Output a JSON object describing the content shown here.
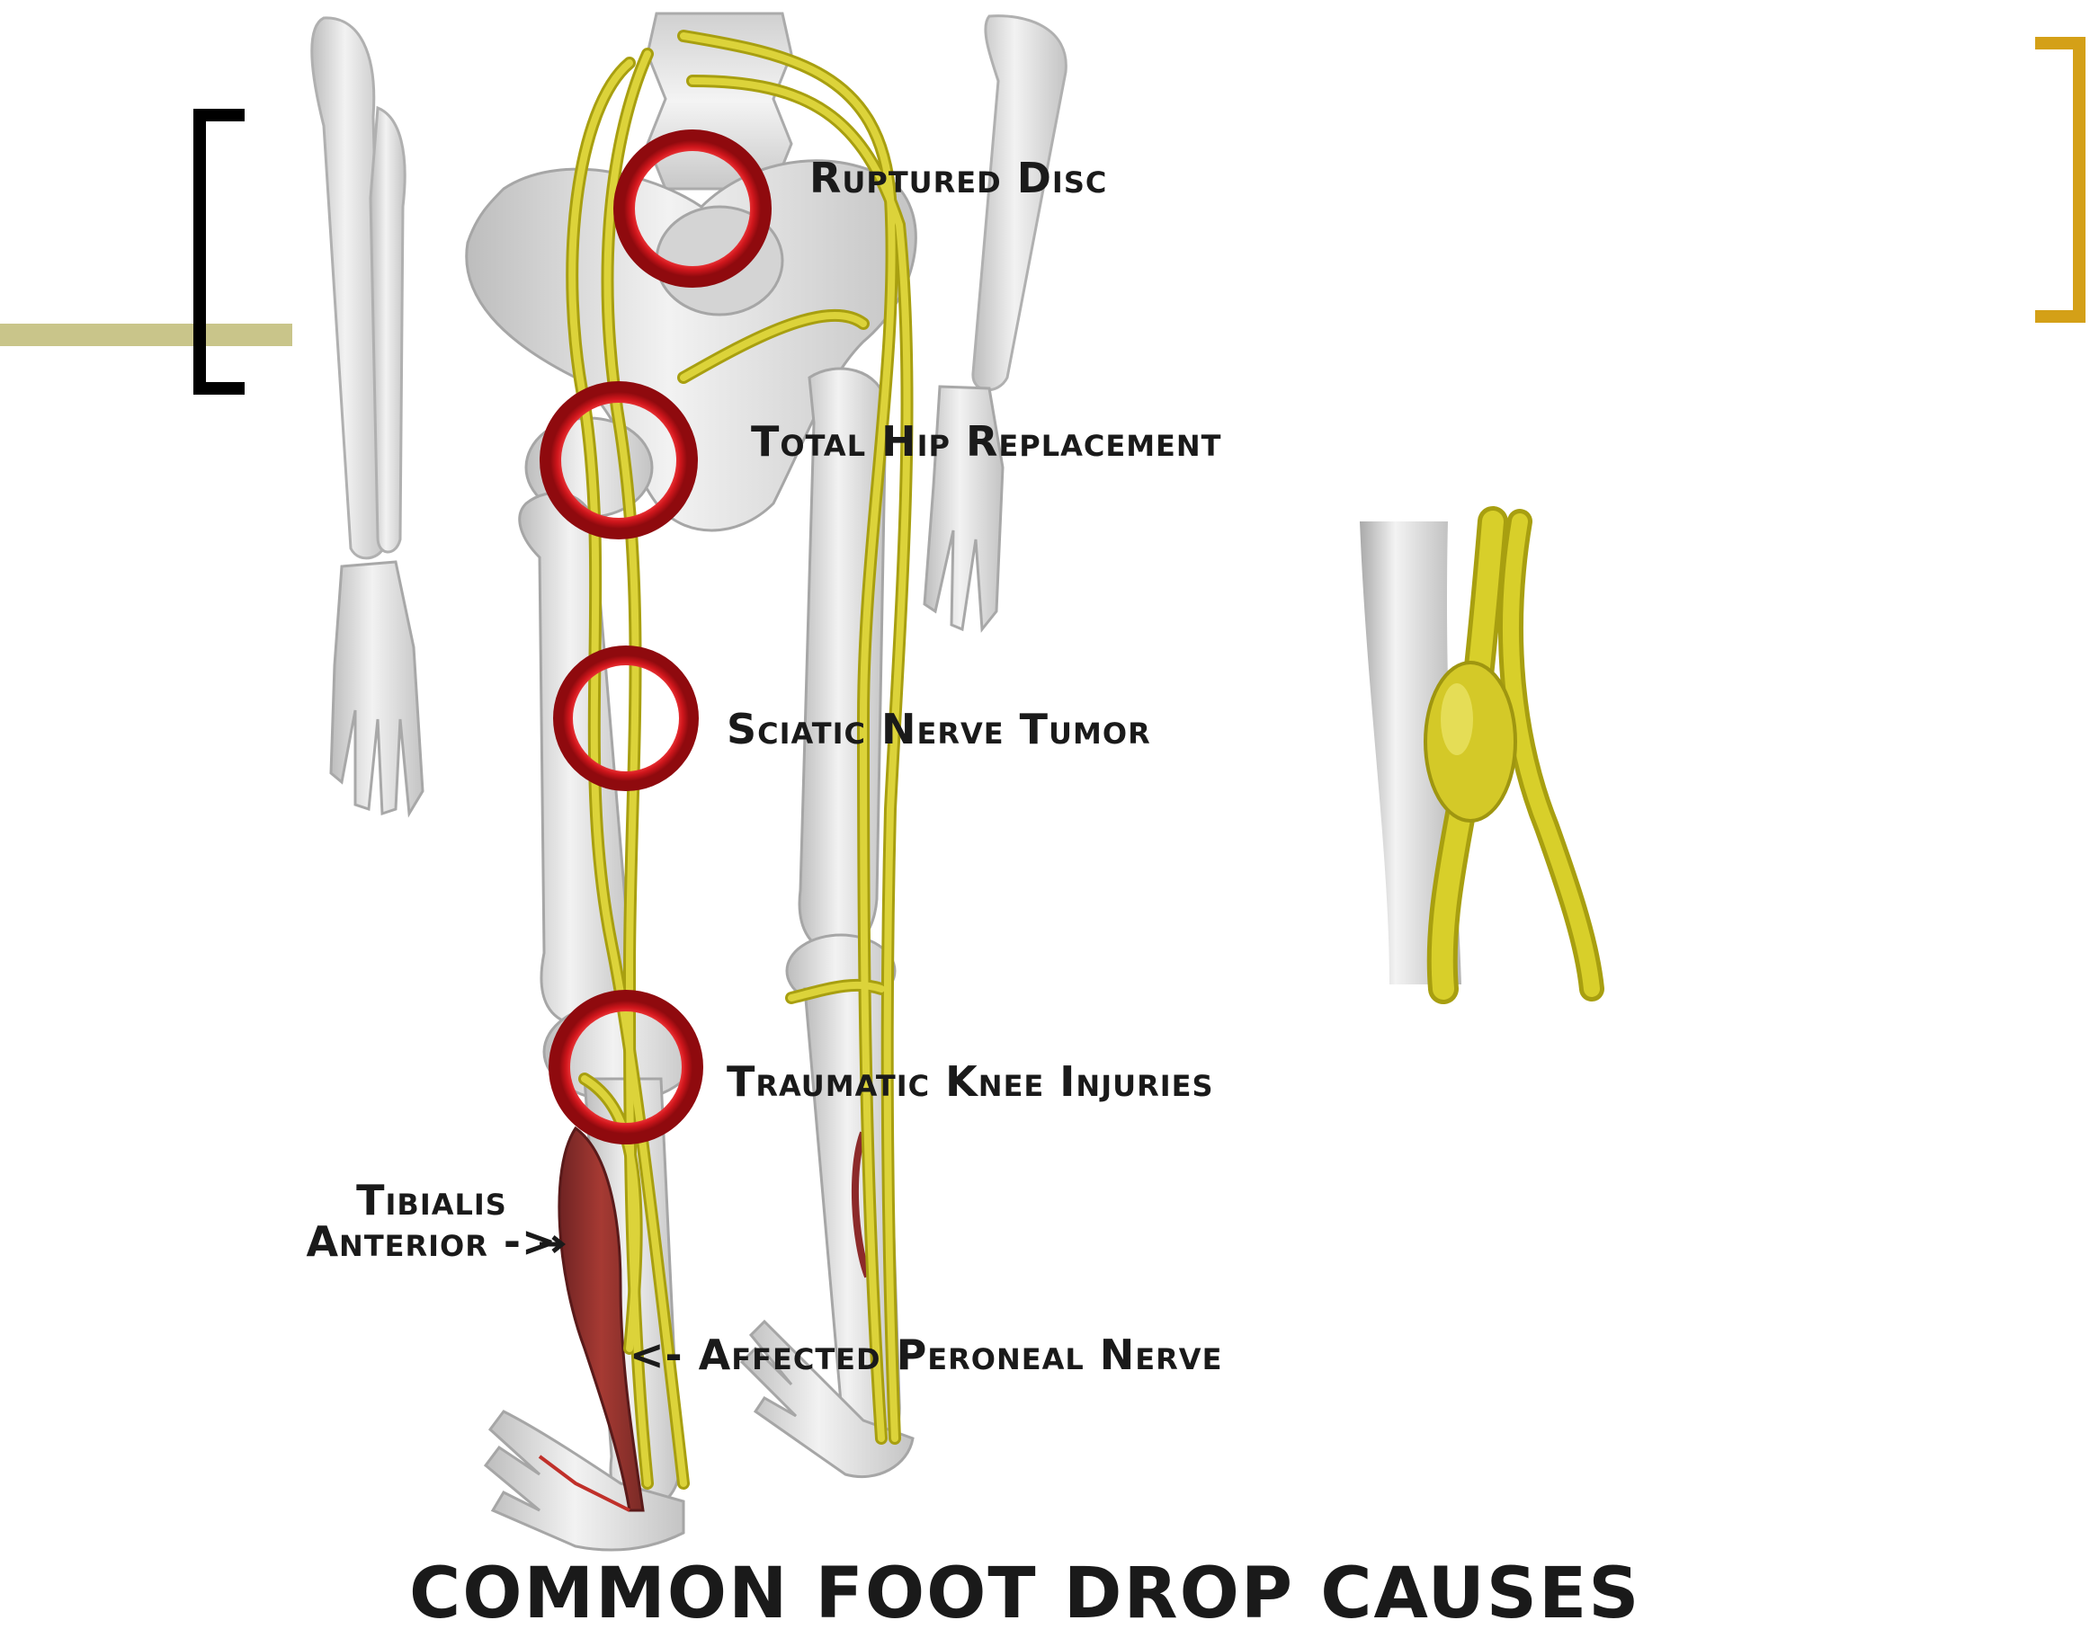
{
  "decor": {
    "left_bracket_color": "#000000",
    "right_bracket_color": "#d4a017",
    "rule_color": "#c9c58a"
  },
  "colors": {
    "nerve": "#d8cf2a",
    "nerve_dark": "#a89f10",
    "bone": "#e2e2e2",
    "bone_shade": "#b9b9b9",
    "ring": "#d5141a",
    "muscle": "#8c2a2a"
  },
  "labels": {
    "ruptured_disc": "Ruptured Disc",
    "total_hip_replacement": "Total Hip Replacement",
    "sciatic_nerve_tumor": "Sciatic Nerve Tumor",
    "traumatic_knee_injuries": "Traumatic Knee Injuries",
    "tibialis_line1": "Tibialis",
    "tibialis_line2": "Anterior ->",
    "affected_peroneal_nerve": "<- Affected Peroneal Nerve"
  },
  "title": "COMMON FOOT DROP CAUSES"
}
